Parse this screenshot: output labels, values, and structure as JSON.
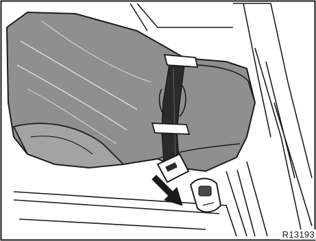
{
  "figure": {
    "code": "R13193",
    "colors": {
      "seat": "#8f8f8f",
      "seat_shadow": "#6f6f6f",
      "belt": "#2b2b2b",
      "line": "#1a1a1a",
      "background": "#ffffff"
    },
    "icons": [
      "child-seat",
      "seat-belt",
      "buckle",
      "release-arrow"
    ]
  }
}
